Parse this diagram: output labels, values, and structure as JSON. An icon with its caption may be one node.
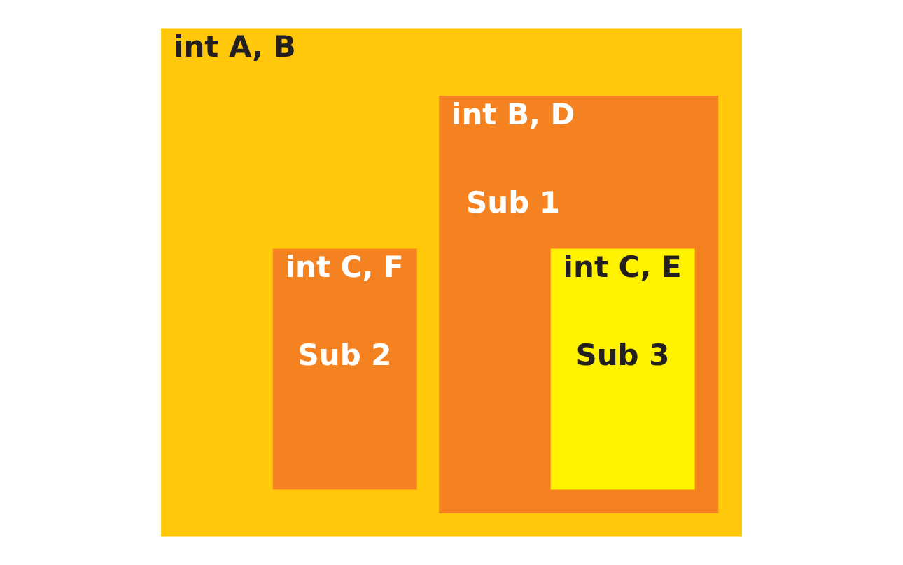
{
  "diagram": {
    "nodes": [
      {
        "text": [
          "int A, B"
        ]
      },
      {
        "text": [
          "int B, D",
          "Sub 1"
        ],
        "in": 0
      },
      {
        "text": [
          "int C, E",
          "Sub 3"
        ],
        "in": 1
      },
      {
        "text": [
          "int C, F",
          "Sub 2"
        ],
        "in": 0
      }
    ]
  }
}
